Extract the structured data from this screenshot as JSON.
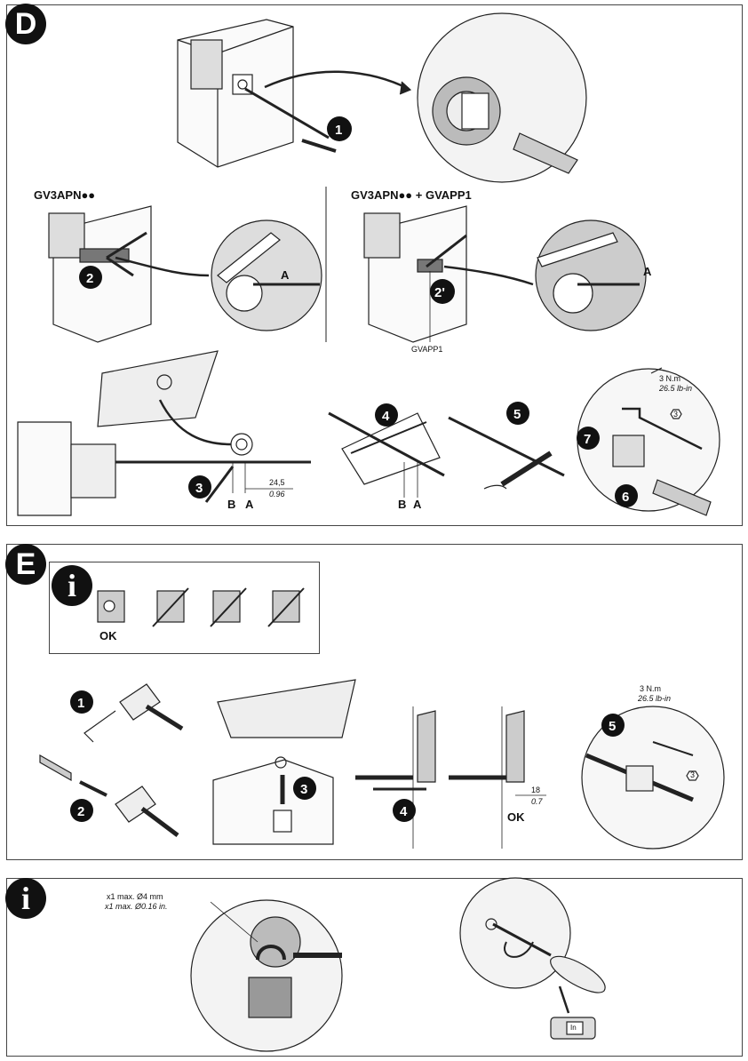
{
  "section_d": {
    "badge": "D",
    "variant_left": "GV3APN●●",
    "variant_right": "GV3APN●● + GVAPP1",
    "gvapp1_label": "GVAPP1",
    "letter_a": "A",
    "letter_b": "B",
    "dim_mm": "24,5",
    "dim_in": "0.96",
    "torque_nm": "3 N.m",
    "torque_lbin": "26.5 lb-in",
    "hex_size": "3",
    "steps": [
      "1",
      "2",
      "2'",
      "3",
      "4",
      "5",
      "6",
      "7"
    ]
  },
  "section_e": {
    "badge": "E",
    "info_badge": "i",
    "ok_label": "OK",
    "dim_mm": "18",
    "dim_in": "0.7",
    "torque_nm": "3 N.m",
    "torque_lbin": "26.5 lb-in",
    "hex_size": "3",
    "steps": [
      "1",
      "2",
      "3",
      "4",
      "5"
    ]
  },
  "section_info": {
    "badge": "i",
    "padlock_mm": "x1 max. Ø4 mm",
    "padlock_in": "x1 max. Ø0.16 in.",
    "in_label": "In"
  }
}
